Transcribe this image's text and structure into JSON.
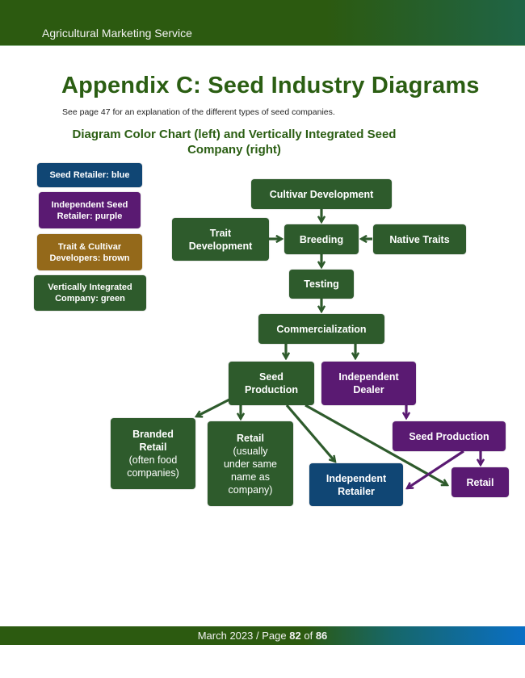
{
  "header": {
    "title": "Agricultural Marketing Service"
  },
  "page": {
    "title": "Appendix C: Seed Industry Diagrams",
    "intro": "See page 47 for an explanation of the different types of seed companies.",
    "section_title": "Diagram Color Chart (left) and Vertically Integrated Seed Company (right)"
  },
  "legend": [
    {
      "label": "Seed Retailer: blue",
      "color": "#104674"
    },
    {
      "label": "Independent Seed Retailer: purple",
      "color": "#5a1a72"
    },
    {
      "label": "Trait & Cultivar Developers: brown",
      "color": "#94691a"
    },
    {
      "label": "Vertically Integrated Company: green",
      "color": "#2e5b2c"
    }
  ],
  "diagram": {
    "nodes": {
      "cultivar_development": {
        "label": "Cultivar Development"
      },
      "trait_development": {
        "label": "Trait Development"
      },
      "breeding": {
        "label": "Breeding"
      },
      "native_traits": {
        "label": "Native Traits"
      },
      "testing": {
        "label": "Testing"
      },
      "commercialization": {
        "label": "Commercialization"
      },
      "seed_production": {
        "label": "Seed Production"
      },
      "independent_dealer": {
        "label": "Independent Dealer"
      },
      "branded_retail": {
        "label": "Branded Retail",
        "note": "(often food companies)"
      },
      "retail_company": {
        "label": "Retail",
        "note": "(usually under same name as company)"
      },
      "independent_retailer": {
        "label": "Independent Retailer"
      },
      "dealer_seed_production": {
        "label": "Seed Production"
      },
      "dealer_retail": {
        "label": "Retail"
      }
    },
    "edges": [
      {
        "from": "cultivar_development",
        "to": "breeding"
      },
      {
        "from": "trait_development",
        "to": "breeding"
      },
      {
        "from": "native_traits",
        "to": "breeding"
      },
      {
        "from": "breeding",
        "to": "testing"
      },
      {
        "from": "testing",
        "to": "commercialization"
      },
      {
        "from": "commercialization",
        "to": "seed_production"
      },
      {
        "from": "commercialization",
        "to": "independent_dealer"
      },
      {
        "from": "seed_production",
        "to": "branded_retail"
      },
      {
        "from": "seed_production",
        "to": "retail_company"
      },
      {
        "from": "seed_production",
        "to": "independent_retailer"
      },
      {
        "from": "seed_production",
        "to": "dealer_retail"
      },
      {
        "from": "independent_dealer",
        "to": "dealer_seed_production"
      },
      {
        "from": "dealer_seed_production",
        "to": "dealer_retail"
      },
      {
        "from": "dealer_seed_production",
        "to": "independent_retailer"
      }
    ]
  },
  "footer": {
    "date": "March 2023",
    "page_prefix": "Page",
    "page_number": "82",
    "of_label": "of",
    "page_total": "86"
  }
}
